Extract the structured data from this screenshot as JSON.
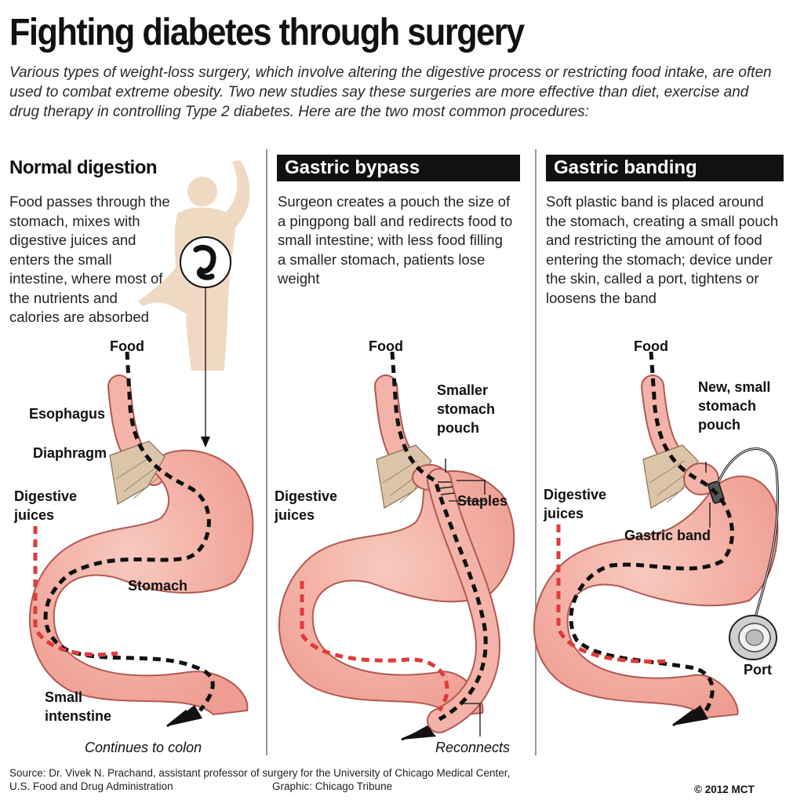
{
  "title": "Fighting diabetes through surgery",
  "intro": "Various types of weight-loss surgery, which involve altering the digestive process or restricting food intake, are often used to combat extreme obesity. Two new studies say these surgeries are more effective than diet, exercise and drug therapy in controlling Type 2 diabetes. Here are the two most common procedures:",
  "columns": [
    {
      "heading": "Normal digestion",
      "description": "Food passes through the stomach, mixes with digestive juices and enters the small intestine, where most of the nutrients and calories are absorbed",
      "labels": {
        "food": "Food",
        "esophagus": "Esophagus",
        "diaphragm": "Diaphragm",
        "digestive_juices": "Digestive juices",
        "stomach": "Stomach",
        "small_intestine": "Small intenstine",
        "continues": "Continues to colon"
      }
    },
    {
      "heading": "Gastric bypass",
      "description": "Surgeon creates a pouch the size of a pingpong ball and redirects food to small intestine; with less food filling a smaller stomach, patients lose weight",
      "labels": {
        "food": "Food",
        "pouch": "Smaller stomach pouch",
        "staples": "Staples",
        "digestive_juices": "Digestive juices",
        "reconnects": "Reconnects"
      }
    },
    {
      "heading": "Gastric banding",
      "description": "Soft plastic band is placed around the stomach, creating a small pouch and restricting the amount of food entering the stomach; device under the skin, called a port, tightens or loosens the band",
      "labels": {
        "food": "Food",
        "pouch": "New, small stomach pouch",
        "digestive_juices": "Digestive juices",
        "band": "Gastric band",
        "port": "Port"
      }
    }
  ],
  "source_line1": "Source: Dr. Vivek N. Prachand, assistant professor of surgery for the University of Chicago Medical Center,",
  "source_line2": "U.S. Food and Drug Administration",
  "credit": "Graphic: Chicago Tribune",
  "copyright": "© 2012 MCT",
  "colors": {
    "organ_fill": "#f4b3a8",
    "organ_stroke": "#b05a52",
    "diaphragm": "#dcc4a8",
    "silhouette": "#efd9c2",
    "food_path": "#111111",
    "juice_path": "#e03a3a",
    "heading_bg": "#111111"
  }
}
